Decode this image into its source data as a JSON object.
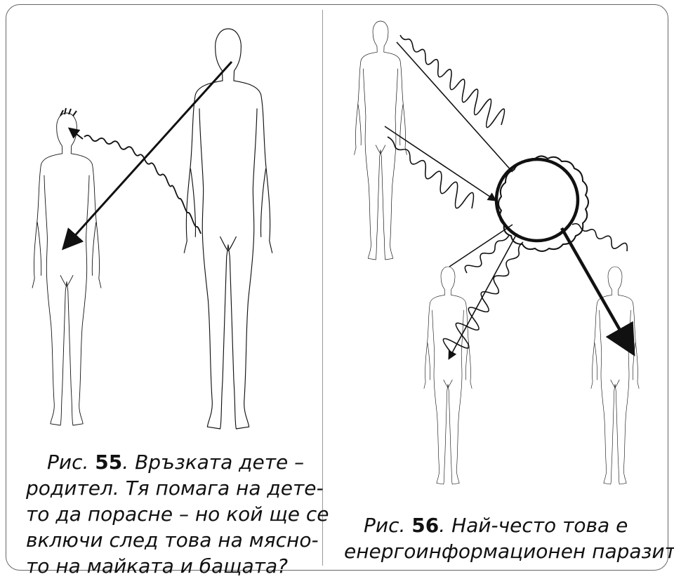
{
  "fig55": {
    "prefix": "Рис.",
    "number": "55",
    "lines": [
      ". Връзката  дете –",
      "родител. Тя помага на дете-",
      "то да порасне –  но кой ще се",
      "включи след това на мясно-",
      "то на майката и бащата?"
    ]
  },
  "fig56": {
    "prefix": "Рис.",
    "number": "56",
    "lines": [
      ". Най-често това е",
      "енергоинформационен паразит!"
    ]
  }
}
